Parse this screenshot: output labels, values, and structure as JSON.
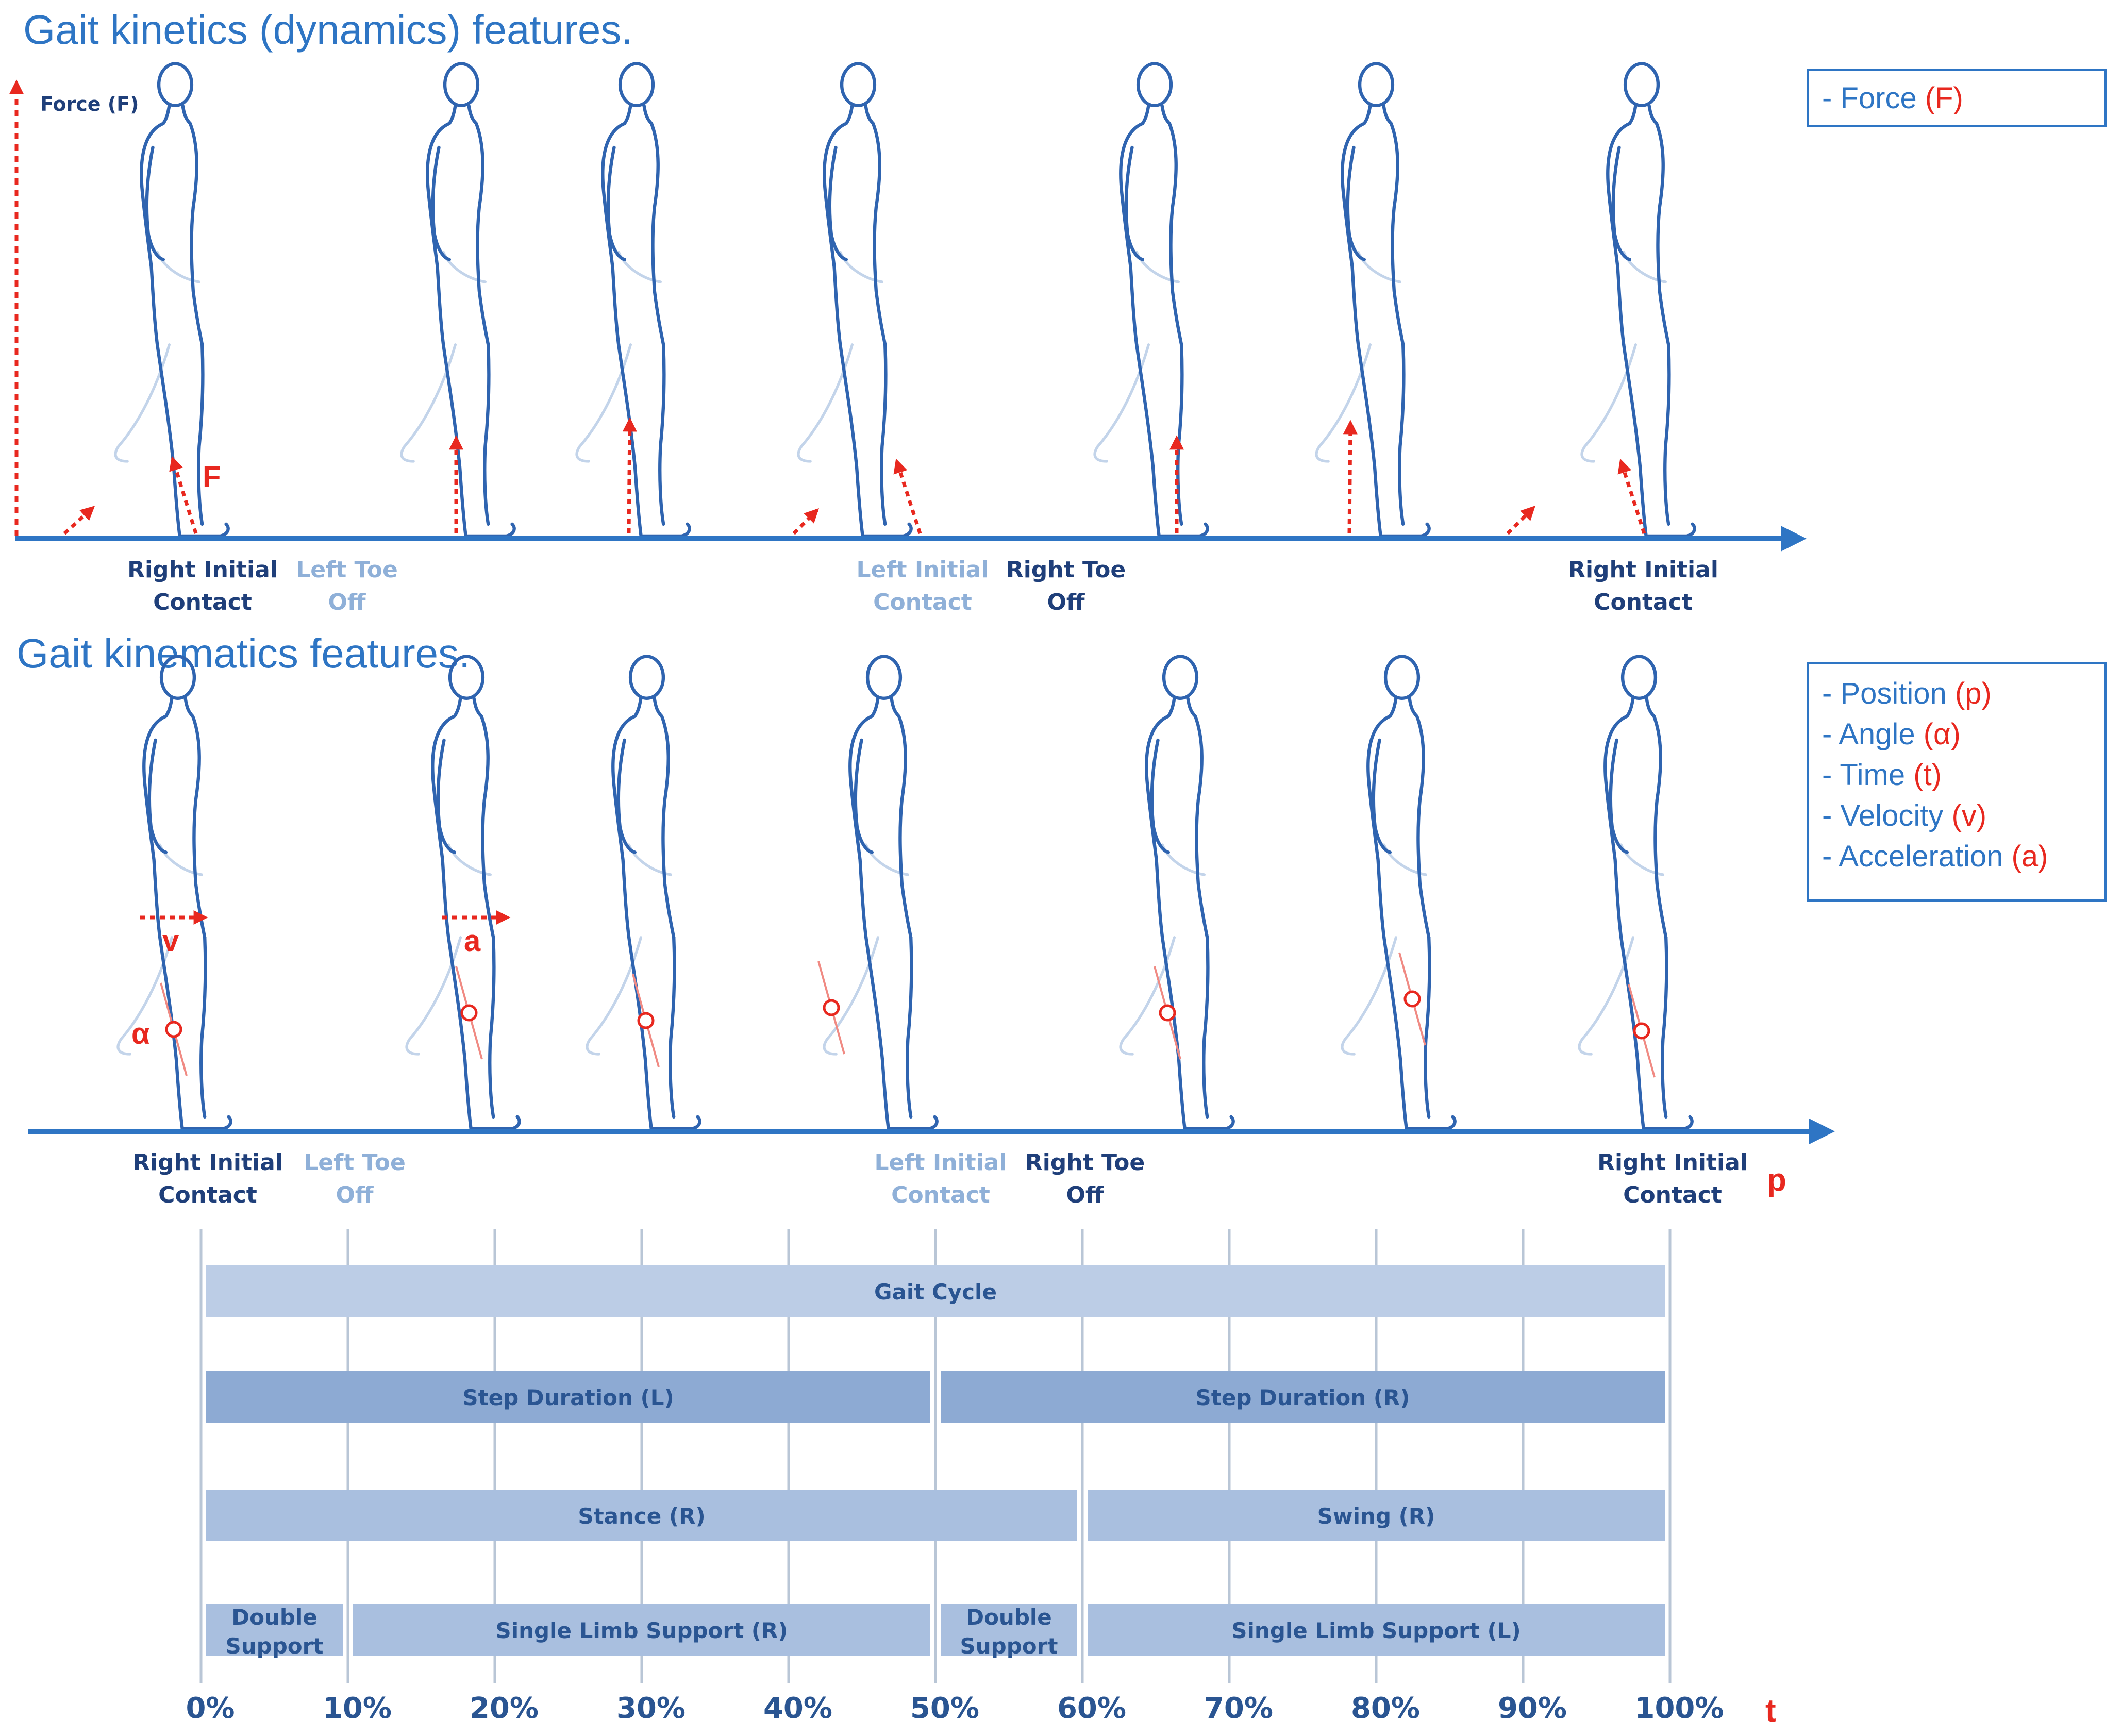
{
  "kinetics": {
    "title": "Gait kinetics (dynamics) features.",
    "axis_label": "Force (F)",
    "force_symbol": "F",
    "legend": {
      "dash": "- ",
      "label": "Force ",
      "symbol": "(F)"
    },
    "events": [
      {
        "line1": "Right Initial",
        "line2": "Contact",
        "style": "dark"
      },
      {
        "line1": "Left Toe",
        "line2": "Off",
        "style": "light"
      },
      {
        "line1": "Left Initial",
        "line2": "Contact",
        "style": "light"
      },
      {
        "line1": "Right Toe",
        "line2": "Off",
        "style": "dark"
      },
      {
        "line1": "Right Initial",
        "line2": "Contact",
        "style": "dark"
      }
    ]
  },
  "kinematics": {
    "title": "Gait kinematics features.",
    "velocity_symbol": "v",
    "acceleration_symbol": "a",
    "angle_symbol": "α",
    "position_symbol": "p",
    "legend": [
      {
        "dash": "- ",
        "label": "Position ",
        "symbol": "(p)"
      },
      {
        "dash": "- ",
        "label": "Angle ",
        "symbol": "(α)"
      },
      {
        "dash": "- ",
        "label": "Time ",
        "symbol": "(t)"
      },
      {
        "dash": "- ",
        "label": "Velocity ",
        "symbol": "(v)"
      },
      {
        "dash": "- ",
        "label": "Acceleration ",
        "symbol": "(a)"
      }
    ],
    "events": [
      {
        "line1": "Right Initial",
        "line2": "Contact",
        "style": "dark"
      },
      {
        "line1": "Left Toe",
        "line2": "Off",
        "style": "light"
      },
      {
        "line1": "Left Initial",
        "line2": "Contact",
        "style": "light"
      },
      {
        "line1": "Right Toe",
        "line2": "Off",
        "style": "dark"
      },
      {
        "line1": "Right Initial",
        "line2": "Contact",
        "style": "dark"
      }
    ]
  },
  "timeline": {
    "time_symbol": "t",
    "ticks": [
      "0%",
      "10%",
      "20%",
      "30%",
      "40%",
      "50%",
      "60%",
      "70%",
      "80%",
      "90%",
      "100%"
    ],
    "bars": [
      {
        "label": "Gait Cycle",
        "start": 0,
        "end": 100,
        "row": 0,
        "shade": "light"
      },
      {
        "label": "Step Duration (L)",
        "start": 0,
        "end": 50,
        "row": 1,
        "shade": "dark"
      },
      {
        "label": "Step Duration (R)",
        "start": 50,
        "end": 100,
        "row": 1,
        "shade": "dark"
      },
      {
        "label": "Stance (R)",
        "start": 0,
        "end": 60,
        "row": 2,
        "shade": "medium"
      },
      {
        "label": "Swing (R)",
        "start": 60,
        "end": 100,
        "row": 2,
        "shade": "medium"
      },
      {
        "label": "Double\nSupport",
        "start": 0,
        "end": 10,
        "row": 3,
        "shade": "medium"
      },
      {
        "label": "Single Limb Support (R)",
        "start": 10,
        "end": 50,
        "row": 3,
        "shade": "medium"
      },
      {
        "label": "Double\nSupport",
        "start": 50,
        "end": 60,
        "row": 3,
        "shade": "medium"
      },
      {
        "label": "Single Limb Support (L)",
        "start": 60,
        "end": 100,
        "row": 3,
        "shade": "medium"
      }
    ],
    "colors": {
      "light": "#bccde6",
      "medium": "#a9bfdf",
      "dark": "#8daad3",
      "grid": "#b9c6d6"
    }
  }
}
